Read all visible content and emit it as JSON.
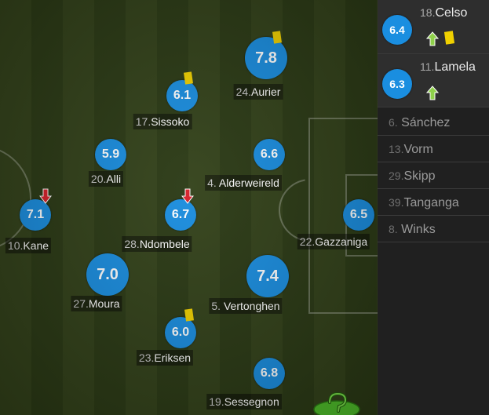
{
  "players": [
    {
      "id": "aurier",
      "number": "24.",
      "name": "Aurier",
      "rating": "7.8",
      "yellow": true
    },
    {
      "id": "sissoko",
      "number": "17.",
      "name": "Sissoko",
      "rating": "6.1",
      "yellow": true
    },
    {
      "id": "alli",
      "number": "20.",
      "name": "Alli",
      "rating": "5.9"
    },
    {
      "id": "alderweireld",
      "number": "4.",
      "name": "Alderweireld",
      "rating": "6.6"
    },
    {
      "id": "kane",
      "number": "10.",
      "name": "Kane",
      "rating": "7.1",
      "subbed_off": true
    },
    {
      "id": "ndombele",
      "number": "28.",
      "name": "Ndombele",
      "rating": "6.7",
      "subbed_off": true
    },
    {
      "id": "gazzaniga",
      "number": "22.",
      "name": "Gazzaniga",
      "rating": "6.5"
    },
    {
      "id": "moura",
      "number": "27.",
      "name": "Moura",
      "rating": "7.0"
    },
    {
      "id": "vertonghen",
      "number": "5.",
      "name": "Vertonghen",
      "rating": "7.4"
    },
    {
      "id": "eriksen",
      "number": "23.",
      "name": "Eriksen",
      "rating": "6.0",
      "yellow": true
    },
    {
      "id": "sessegnon",
      "number": "19.",
      "name": "Sessegnon",
      "rating": "6.8"
    }
  ],
  "substitutes_used": [
    {
      "number": "18.",
      "name": "Celso",
      "rating": "6.4",
      "subbed_on": true,
      "yellow": true
    },
    {
      "number": "11.",
      "name": "Lamela",
      "rating": "6.3",
      "subbed_on": true
    }
  ],
  "bench": [
    {
      "number": "6.",
      "name": "Sánchez"
    },
    {
      "number": "13.",
      "name": "Vorm"
    },
    {
      "number": "29.",
      "name": "Skipp"
    },
    {
      "number": "39.",
      "name": "Tanganga"
    },
    {
      "number": "8.",
      "name": "Winks"
    }
  ],
  "colors": {
    "rating_bubble": "#1a8ee0",
    "yellow_card": "#f0d000",
    "sub_off": "#d8202a",
    "sub_on": "#8fd14a",
    "help": "#4fbf2a"
  },
  "icons": {
    "help": "question-mark-icon"
  }
}
